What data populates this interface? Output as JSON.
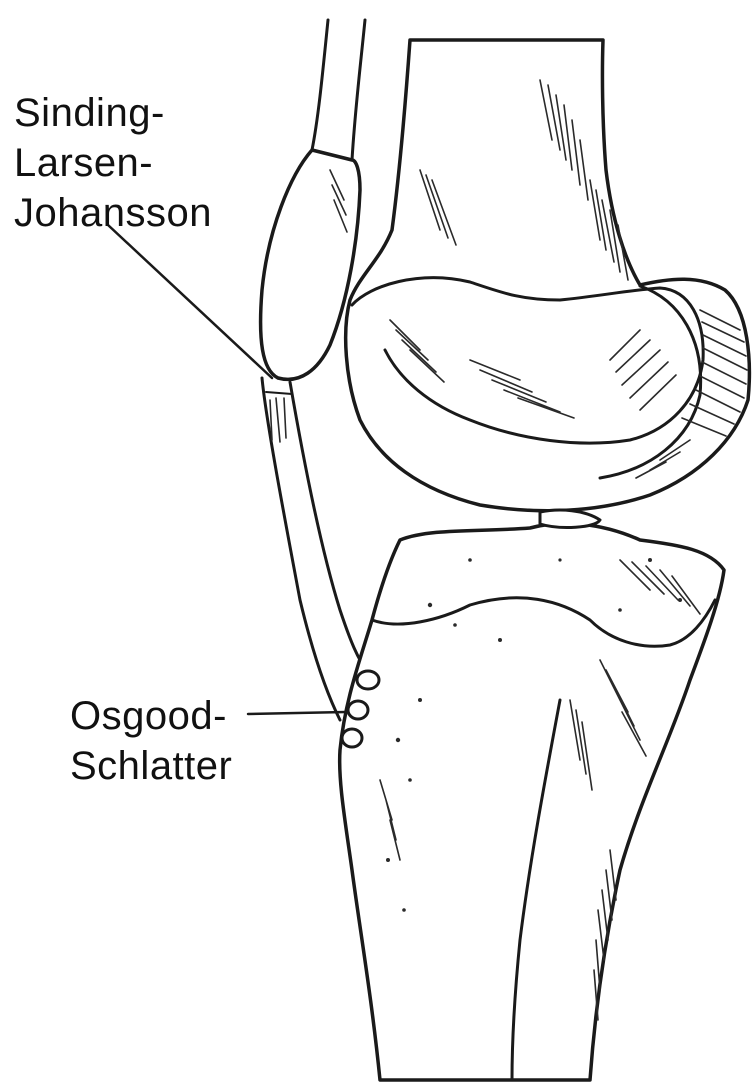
{
  "labels": {
    "sinding_larsen_johansson": [
      "Sinding-",
      "Larsen-",
      "Johansson"
    ],
    "osgood_schlatter": [
      "Osgood-",
      "Schlatter"
    ]
  },
  "colors": {
    "ink": "#1a1a1a",
    "background": "#ffffff"
  }
}
